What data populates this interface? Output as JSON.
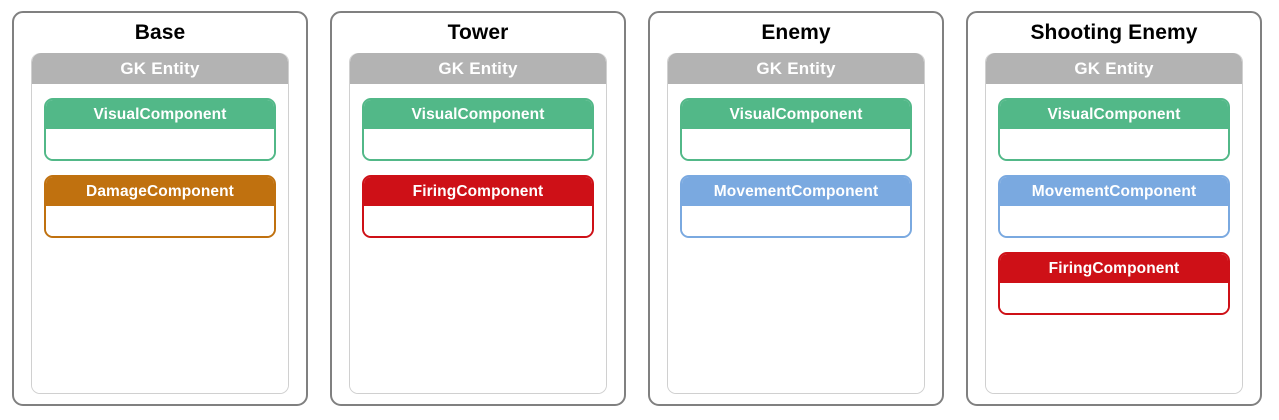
{
  "diagram": {
    "entity_header_label": "GK Entity",
    "colors": {
      "panel_border": "#808080",
      "entity_header_bg": "#b3b3b3",
      "green": "#52b888",
      "orange": "#c0710f",
      "red": "#ce1017",
      "blue": "#7aa9e0",
      "title_text": "#000000",
      "header_text": "#ffffff",
      "background": "#ffffff"
    },
    "panels": [
      {
        "title": "Base",
        "entity_label": "GK Entity",
        "components": [
          {
            "label": "VisualComponent",
            "color": "green"
          },
          {
            "label": "DamageComponent",
            "color": "orange"
          }
        ]
      },
      {
        "title": "Tower",
        "entity_label": "GK Entity",
        "components": [
          {
            "label": "VisualComponent",
            "color": "green"
          },
          {
            "label": "FiringComponent",
            "color": "red"
          }
        ]
      },
      {
        "title": "Enemy",
        "entity_label": "GK Entity",
        "components": [
          {
            "label": "VisualComponent",
            "color": "green"
          },
          {
            "label": "MovementComponent",
            "color": "blue"
          }
        ]
      },
      {
        "title": "Shooting Enemy",
        "entity_label": "GK Entity",
        "components": [
          {
            "label": "VisualComponent",
            "color": "green"
          },
          {
            "label": "MovementComponent",
            "color": "blue"
          },
          {
            "label": "FiringComponent",
            "color": "red"
          }
        ]
      }
    ]
  }
}
